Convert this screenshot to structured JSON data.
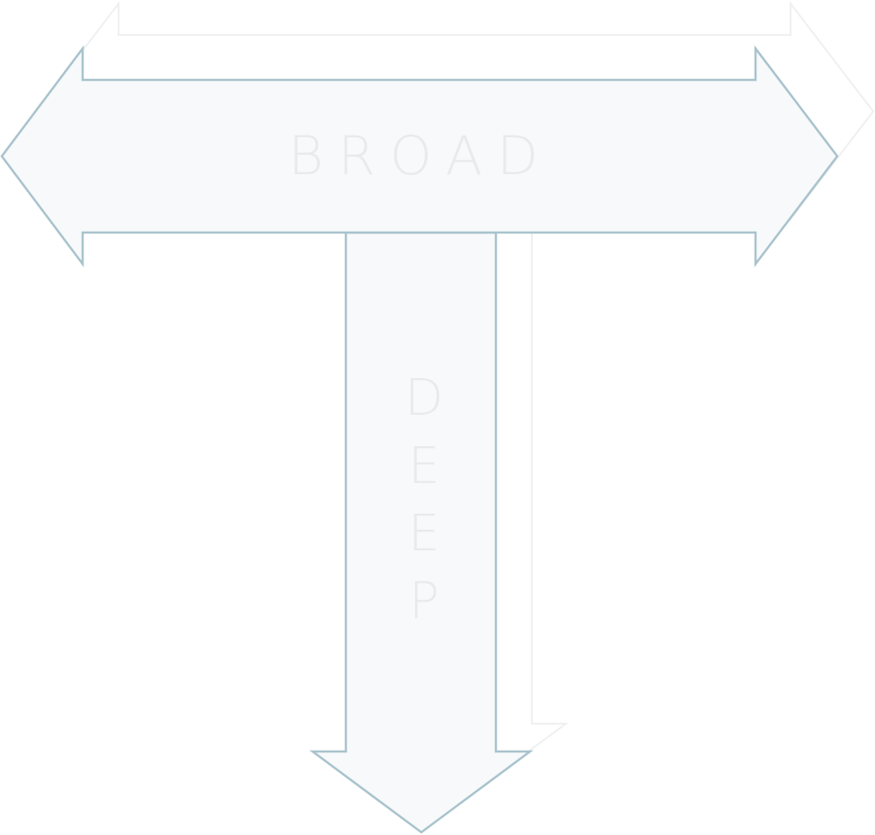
{
  "diagram": {
    "broad_label": "BROAD",
    "deep_letters": [
      "D",
      "E",
      "E",
      "P"
    ]
  },
  "colors": {
    "arrow_fill": "#f7f9fa",
    "arrow_stroke": "#a9c3cd",
    "ghost_stroke": "#eef0f1",
    "label_text": "#e8eaec",
    "background": "#ffffff"
  }
}
